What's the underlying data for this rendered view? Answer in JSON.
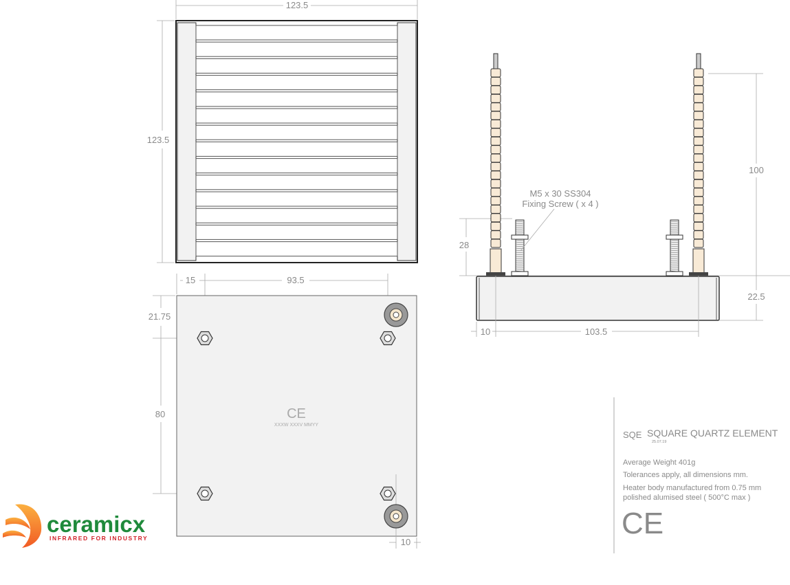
{
  "top_view": {
    "width_dim": "123.5",
    "height_dim": "123.5"
  },
  "bottom_view": {
    "dim_edge_to_nut": "15",
    "dim_nut_spacing_h": "93.5",
    "dim_top_to_nut": "21.75",
    "dim_nut_spacing_v": "80",
    "dim_terminal_offset": "10",
    "ce_mark": "CE",
    "batch_code": "XXXW XXXV MMYY"
  },
  "side_view": {
    "screw_label_line1": "M5 x 30  SS304",
    "screw_label_line2": "Fixing Screw ( x 4 )",
    "dim_screw_height": "28",
    "dim_lead_length": "100",
    "dim_body_height": "22.5",
    "dim_edge_offset": "10",
    "dim_terminal_spacing": "103.5"
  },
  "info": {
    "code": "SQE",
    "title": "SQUARE QUARTZ ELEMENT",
    "date": "25.07.19",
    "weight": "Average Weight   401g",
    "tolerances": "Tolerances apply, all dimensions mm.",
    "material_line1": "Heater body manufactured from 0.75 mm",
    "material_line2": "polished alumised steel ( 500°C max )",
    "ce_mark": "CE"
  },
  "logo": {
    "brand": "ceramicx",
    "tagline": "INFRARED FOR INDUSTRY",
    "brand_color": "#1f8a3b",
    "tagline_color": "#d2232a"
  }
}
